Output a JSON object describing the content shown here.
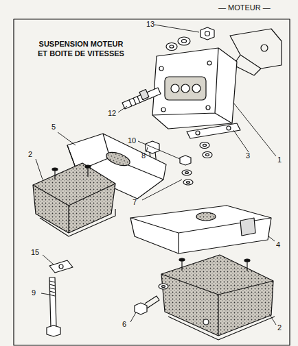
{
  "diagram": {
    "title": "SUSPENSION MOTEUR ET BOITE DE VITESSES",
    "labels": [
      "— MOTEUR —",
      "13",
      "12",
      "1",
      "3",
      "10",
      "8",
      "5",
      "2",
      "7",
      "4",
      "15",
      "9",
      "6",
      "2"
    ]
  }
}
